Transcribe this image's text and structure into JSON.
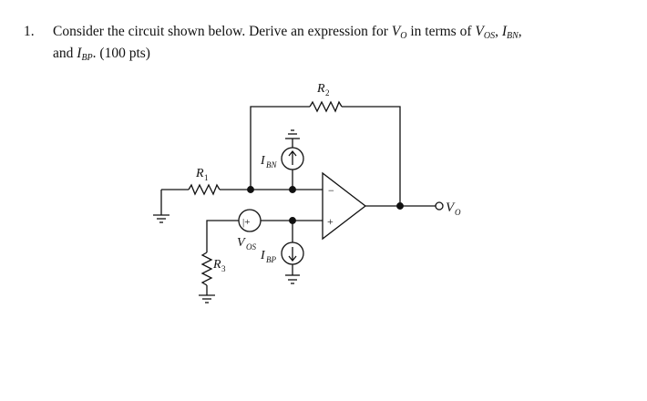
{
  "problem": {
    "number": "1.",
    "intro": "Consider the circuit shown below. Derive an expression for",
    "vo_symbol": "V",
    "vo_sub": "O",
    "in_terms_of": "in terms of",
    "vos_symbol": "V",
    "vos_sub": "OS",
    "ibn_symbol": "I",
    "ibn_sub": "BN",
    "comma": ",",
    "and": "and",
    "ibp_symbol": "I",
    "ibp_sub": "BP",
    "points": ". (100 pts)"
  },
  "circuit": {
    "r1_label": "R",
    "r1_sub": "1",
    "r2_label": "R",
    "r2_sub": "2",
    "r3_label": "R",
    "r3_sub": "3",
    "ibn_label": "I",
    "ibn_sub": "BN",
    "ibp_label": "I",
    "ibp_sub": "BP",
    "vos_label": "V",
    "vos_sub": "OS",
    "vos_polarity": "|+",
    "opamp_minus": "−",
    "opamp_plus": "+",
    "output_label": "V",
    "output_sub": "O"
  }
}
